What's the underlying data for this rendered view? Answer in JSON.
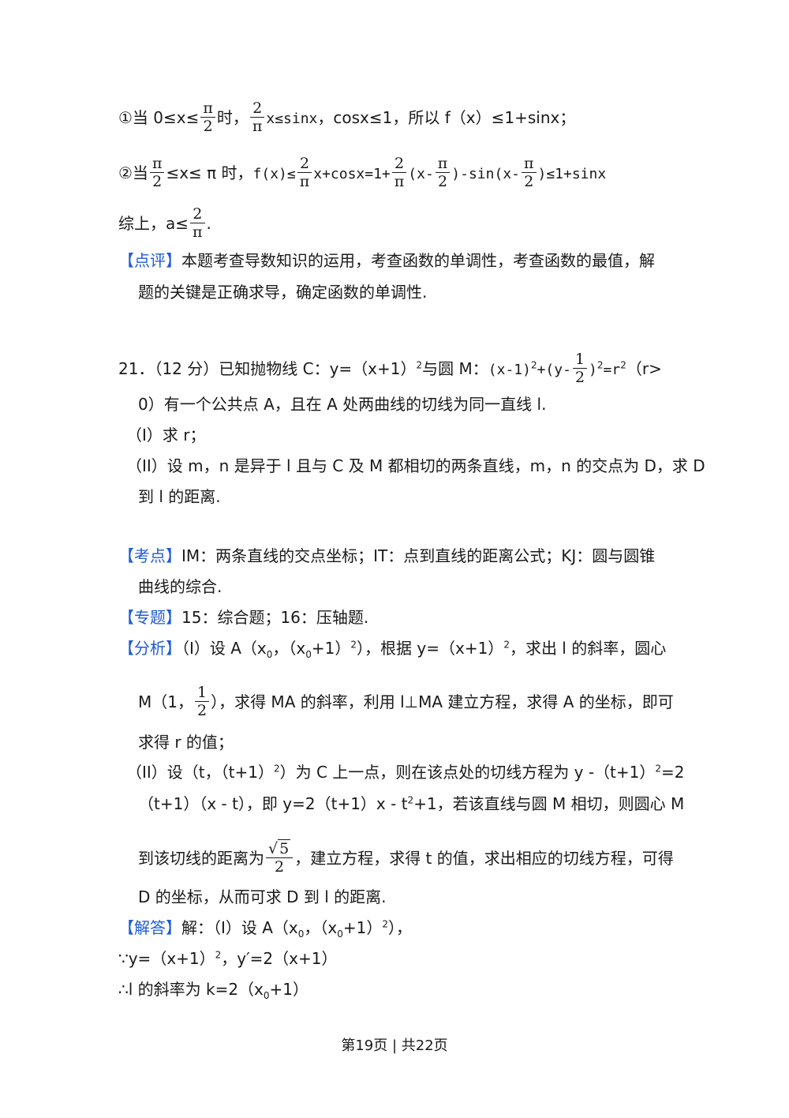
{
  "lines": {
    "l1a": "①当 0≤x≤",
    "l1b": "时，",
    "l1c": "x≤sinx",
    "l1d": "，cosx≤1，所以 f（x）≤1+sinx；",
    "l2a": "②当",
    "l2b": "≤x≤ π 时，",
    "l2c": "f(x)≤",
    "l2d": "x+cosx=1+",
    "l2e": "(x-",
    "l2f": ")-sin(x-",
    "l2g": ")≤1+sinx",
    "l3a": "综上，a≤",
    "l3b": "."
  },
  "fracs": {
    "pi": "π",
    "two": "2",
    "one": "1",
    "five": "5"
  },
  "review": {
    "tag": "【点评】",
    "text1": "本题考查导数知识的运用，考查函数的单调性，考查函数的最值，解",
    "text2": "题的关键是正确求导，确定函数的单调性."
  },
  "problem": {
    "p1a": "21．（12 分）已知抛物线 C：y=（x+1）",
    "p1b": "与圆 M：",
    "p1c": "(x-1)",
    "p1d": "+(y-",
    "p1e": ")",
    "p1f": "=r",
    "p1g": "（r>",
    "p2": "0）有一个公共点 A，且在 A 处两曲线的切线为同一直线 l.",
    "p3": "（I）求 r；",
    "p4": "（II）设 m，n 是异于 l 且与 C 及 M 都相切的两条直线，m，n 的交点为 D，求 D",
    "p5": "到 l 的距离."
  },
  "kaodian": {
    "tag": "【考点】",
    "text1": "IM：两条直线的交点坐标；IT：点到直线的距离公式；KJ：圆与圆锥",
    "text2": "曲线的综合."
  },
  "zhuanti": {
    "tag": "【专题】",
    "text": "15：综合题；16：压轴题."
  },
  "fenxi": {
    "tag": "【分析】",
    "a1": "（I）设 A（x",
    "a2": "，（x",
    "a3": "+1）",
    "a4": "），根据 y=（x+1）",
    "a5": "，求出 l 的斜率，圆心",
    "b1": "M（1，",
    "b2": "），求得 MA 的斜率，利用 l⊥MA 建立方程，求得 A 的坐标，即可",
    "c1": "求得 r 的值；",
    "d1": "（II）设（t，（t+1）",
    "d2": "）为 C 上一点，则在该点处的切线方程为 y -（t+1）",
    "d3": "=2",
    "e1": "（t+1）（x - t），即 y=2（t+1）x - t",
    "e2": "+1，若该直线与圆 M 相切，则圆心 M",
    "f1": "到该切线的距离为",
    "f2": "，建立方程，求得 t 的值，求出相应的切线方程，可得",
    "g1": "D 的坐标，从而可求 D 到 l 的距离."
  },
  "jieda": {
    "tag": "【解答】",
    "a1": "解：（I）设 A（x",
    "a2": "，（x",
    "a3": "+1）",
    "a4": "），",
    "b1": "∵y=（x+1）",
    "b2": "，y′=2（x+1）",
    "c1": "∴l 的斜率为 k=2（x",
    "c2": "+1）"
  },
  "scripts": {
    "sup2": "2",
    "sub0": "0"
  },
  "footer": "第19页 | 共22页",
  "colors": {
    "accent": "#1f5bd6",
    "text": "#1a1a1a"
  }
}
